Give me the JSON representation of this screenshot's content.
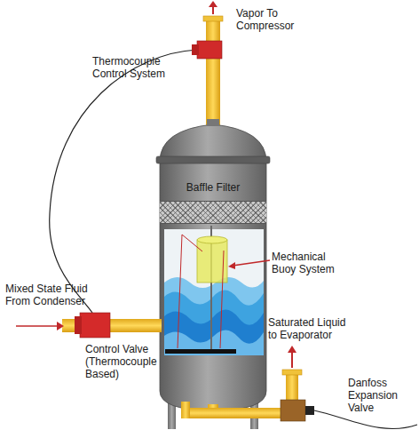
{
  "diagram": {
    "nodes": [
      {
        "text": [
          "Baffle Filter"
        ]
      }
    ],
    "labels": [
      "Vapor To Compressor",
      "Thermocouple Control System",
      "Mechanical Buoy System",
      "Mixed State Fluid From Condenser",
      "Control Valve (Thermocouple Based)",
      "Saturated Liquid to Evaporator",
      "Danfoss Expansion Valve"
    ]
  }
}
